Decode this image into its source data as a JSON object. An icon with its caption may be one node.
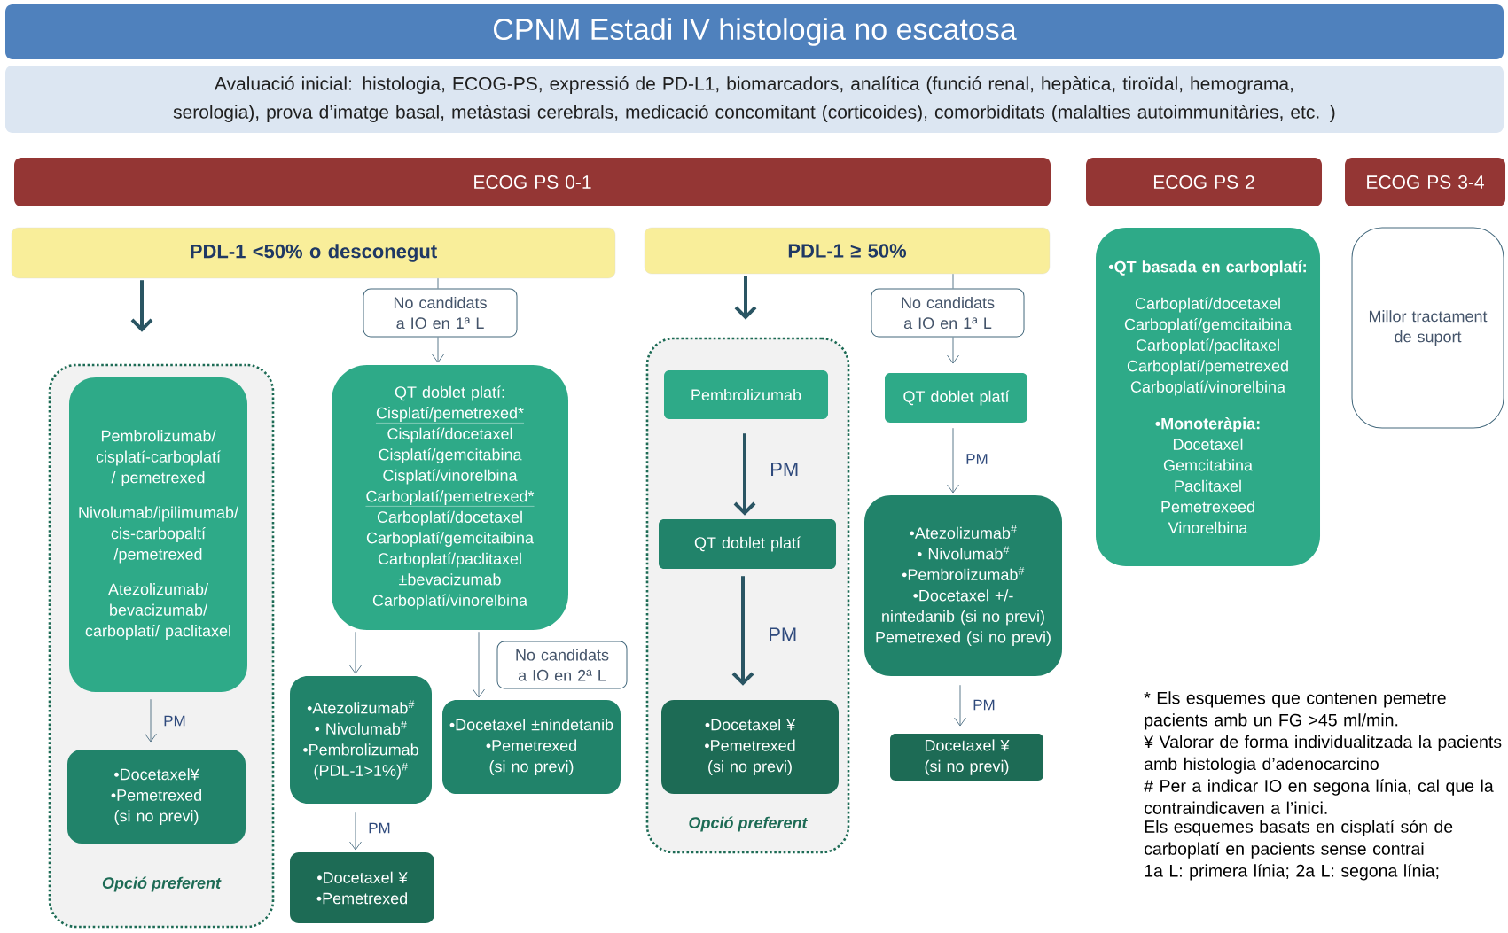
{
  "diagram": {
    "title": "CPNM Estadi IV histologia no escatosa",
    "nodes": [
      {
        "text": [
          "Avaluació inicial: histologia, ECOG-PS, expressió de PD-L1, biomarcadors, analítica (funció renal, hepàtica, tiroïdal, hemograma, serologia), prova d’imatge basal, metàstasi cerebrals, medicació concomitant (corticoides), comorbiditats (malalties autoimmunitàries, etc. )"
        ]
      },
      {
        "text": [
          "ECOG PS 0-1"
        ]
      },
      {
        "text": [
          "ECOG PS 2"
        ]
      },
      {
        "text": [
          "ECOG PS 3-4"
        ]
      },
      {
        "text": [
          "PDL-1 <50% o desconegut"
        ]
      },
      {
        "text": [
          "PDL-1 ≥ 50%"
        ]
      },
      {
        "text": [
          "Opció preferent"
        ]
      },
      {
        "text": [
          "Pembrolizumab/ cisplatí-carboplatí / pemetrexed",
          "Nivolumab/ipilimumab/cis-carbopaltí /pemetrexed",
          "Atezolizumab/ bevacizumab/ carboplatí/ paclitaxel"
        ],
        "in": 6
      },
      {
        "text": [
          "•Docetaxel¥",
          "•Pemetrexed (si no previ)"
        ],
        "in": 6
      },
      {
        "text": [
          "No candidats a IO en 1ª L"
        ]
      },
      {
        "text": [
          "QT doblet platí:",
          "Cisplatí/pemetrexed*",
          "Cisplatí/docetaxel",
          "Cisplatí/gemcitabina",
          "Cisplatí/vinorelbina",
          "Carboplatí/pemetrexed*",
          "Carboplatí/docetaxel",
          "Carboplatí/gemcitaibina",
          "Carboplatí/paclitaxel ±bevacizumab",
          "Carboplatí/vinorelbina"
        ]
      },
      {
        "text": [
          "•Atezolizumab$^{#}$",
          "• Nivolumab$^{#}$",
          "•Pembrolizumab (PDL-1>1%)$^{#}$"
        ]
      },
      {
        "text": [
          "No candidats a IO en 2ª L"
        ]
      },
      {
        "text": [
          "•Docetaxel ±nindetanib",
          "•Pemetrexed (si no previ)"
        ]
      },
      {
        "text": [
          "•Docetaxel ¥",
          "•Pemetrexed"
        ]
      },
      {
        "text": [
          "Opció preferent"
        ]
      },
      {
        "text": [
          "Pembrolizumab"
        ],
        "in": 15
      },
      {
        "text": [
          "QT doblet platí"
        ],
        "in": 15
      },
      {
        "text": [
          "•Docetaxel ¥",
          "•Pemetrexed (si no previ)"
        ],
        "in": 15
      },
      {
        "text": [
          "No candidats a IO en 1ª L"
        ]
      },
      {
        "text": [
          "QT doblet platí"
        ]
      },
      {
        "text": [
          "•Atezolizumab$^{#}$",
          "• Nivolumab$^{#}$",
          "•Pembrolizumab$^{#}$",
          "•Docetaxel +/- nintedanib (si no previ)",
          "Pemetrexed (si no previ)"
        ]
      },
      {
        "text": [
          "Docetaxel ¥ (si no previ)"
        ]
      },
      {
        "text": [
          "•QT basada en carboplatí:",
          "Carboplatí/docetaxel",
          "Carboplatí/gemcitaibina",
          "Carboplatí/paclitaxel",
          "Carboplatí/pemetrexed",
          "Carboplatí/vinorelbina",
          "•Monoteràpia:",
          "Docetaxel",
          "Gemcitabina",
          "Paclitaxel",
          "Pemetrexeed",
          "Vinorelbina"
        ]
      },
      {
        "text": [
          "Millor tractament de suport"
        ]
      }
    ],
    "edges": [
      {
        "from": 4,
        "to": 6,
        "arrow": "to",
        "style": "thick"
      },
      {
        "from": 4,
        "to": 9,
        "arrow": "none"
      },
      {
        "from": 9,
        "to": 10,
        "arrow": "to"
      },
      {
        "from": 7,
        "to": 8,
        "arrow": "to",
        "label": "PM"
      },
      {
        "from": 10,
        "to": 11,
        "arrow": "to"
      },
      {
        "from": 10,
        "to": 13,
        "arrow": "to"
      },
      {
        "from": 11,
        "to": 14,
        "arrow": "to",
        "label": "PM"
      },
      {
        "from": 5,
        "to": 15,
        "arrow": "to",
        "style": "thick"
      },
      {
        "from": 16,
        "to": 17,
        "arrow": "to",
        "style": "thick",
        "label": "PM"
      },
      {
        "from": 17,
        "to": 18,
        "arrow": "to",
        "style": "thick",
        "label": "PM"
      },
      {
        "from": 5,
        "to": 19,
        "arrow": "none"
      },
      {
        "from": 19,
        "to": 20,
        "arrow": "to"
      },
      {
        "from": 20,
        "to": 21,
        "arrow": "to",
        "label": "PM"
      },
      {
        "from": 21,
        "to": 22,
        "arrow": "to",
        "label": "PM"
      }
    ],
    "labels": [
      "* Els esquemes que contenen pemetre pacients amb un FG >45 ml/min.",
      "¥ Valorar de forma individualitzada la pacients amb histologia d’adenocarcino",
      "# Per a indicar IO en segona línia, cal que la contraindicaven a l’inici.",
      "Els esquemes basats en cisplatí són de carboplatí en pacients sense contrai",
      "1a L: primera línia; 2a L: segona línia;"
    ]
  }
}
